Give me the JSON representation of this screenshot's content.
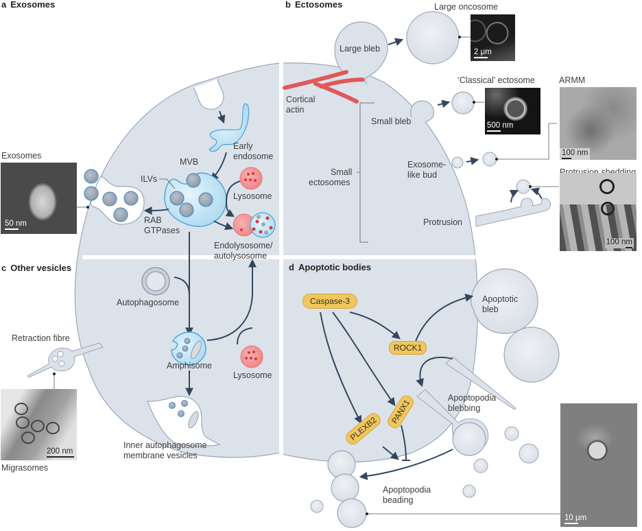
{
  "panels": {
    "a": {
      "letter": "a",
      "title": "Exosomes"
    },
    "b": {
      "letter": "b",
      "title": "Ectosomes"
    },
    "c": {
      "letter": "c",
      "title": "Other vesicles"
    },
    "d": {
      "letter": "d",
      "title": "Apoptotic bodies"
    }
  },
  "colors": {
    "cell": "#dce2ea",
    "membrane": "#9aa6b6",
    "arrow": "#34465e",
    "endosome": "#bfe4f6",
    "endosome_edge": "#4aa3d6",
    "lysosome": "#f08c8c",
    "actin": "#e0585a",
    "pill": "#f0c75e",
    "ilv": "#9ea7b4"
  },
  "labels": {
    "early_endosome": [
      "Early",
      "endosome"
    ],
    "mvb": "MVB",
    "ilvs": "ILVs",
    "lysosome": "Lysosome",
    "endolysosome": [
      "Endolysosome/",
      "autolysosome"
    ],
    "rab": [
      "RAB",
      "GTPases"
    ],
    "exosomes_micro": "Exosomes",
    "large_oncosome": "Large oncosome",
    "large_bleb": "Large bleb",
    "cortical_actin": [
      "Cortical",
      "actin"
    ],
    "classical_ectosome": "‘Classical’ ectosome",
    "small_bleb": "Small bleb",
    "armm": "ARMM",
    "small_ectosomes": [
      "Small",
      "ectosomes"
    ],
    "exosome_like_bud": [
      "Exosome-",
      "like bud"
    ],
    "protrusion_shedding": "Protrusion shedding",
    "protrusion": "Protrusion",
    "autophagosome": "Autophagosome",
    "amphisome": "Amphisome",
    "lysosome2": "Lysosome",
    "retraction_fibre": "Retraction fibre",
    "migrasomes": "Migrasomes",
    "inner_autophagosome": [
      "Inner autophagosome",
      "membrane vesicles"
    ],
    "apoptotic_bleb": [
      "Apoptotic",
      "bleb"
    ],
    "apoptopodia_blebbing": [
      "Apoptopodia",
      "blebbing"
    ],
    "apoptopodia_beading": [
      "Apoptopodia",
      "beading"
    ]
  },
  "proteins": {
    "caspase3": "Caspase-3",
    "rock1": "ROCK1",
    "panx1": "PANX1",
    "plexb2": "PLEXB2"
  },
  "scale_bars": {
    "exosomes": "50 nm",
    "large_oncosome": "2 μm",
    "classical_ectosome": "500 nm",
    "armm": "100 nm",
    "protrusion_shedding": "100 nm",
    "migrasomes": "200 nm",
    "apoptotic": "10 μm"
  }
}
